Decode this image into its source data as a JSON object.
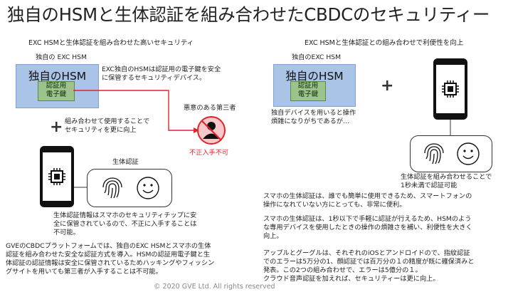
{
  "title": "独自のHSMと生体認証を組み合わせたCBDCのセキュリティー",
  "left": {
    "subtitle": "EXC HSMと生体認証を組み合わせた高いセキュリティ",
    "hsm_caption": "独自の EXC HSM",
    "hsm_title": "独自のHSM",
    "key_label": "認証用\n電子鍵",
    "hsm_desc": "EXC独自のHSMは認証用の電子鍵を安全\nに保管するセキュリティデバイス。",
    "combine_text": "組み合わせて使用することで\nセキュリティを更に向上",
    "attacker_label": "悪意のある第三者",
    "unauthorized_label": "不正入手不可",
    "bio_label": "生体認証",
    "bio_desc": "生体認証情報はスマホのセキュリティチップに安\n全に保管されているので、不正に入手することは\n不可能。",
    "bottom_text": "GVEのCBDCプラットフォームでは、独自のEXC HSMとスマホの生体\n認証を組み合わせた安全な認証方式を導入。HSMの認証用電子鍵と生\n体認証の認証情報は安全に保管されているためハッキングやフィッシン\nグサイトを用いても第三者が入手することは不可能。"
  },
  "right": {
    "subtitle": "EXC HSMと生体認証との組み合わせで利便性を向上",
    "hsm_caption": "独自のEXC HSM",
    "hsm_title": "独自のHSM",
    "key_label": "認証用\n電子鍵",
    "hsm_desc": "独自デバイスを用いると操作\n煩雑になりがちであるが…",
    "combo_text": "生体認証を組み合わせることで\n1秒未満で認証可能",
    "para1": "スマホの生体認証は、誰でも簡単に使用できるため、スマートフォンの\n操作になれていない方にとっても、非常に便利。",
    "para2": "スマホの生体認証は、1秒以下で手軽に認証が行えるため、HSMのよう\nな専用デバイスを使用したときの操作の煩雑さを補い、利便性を大きく\n向上。",
    "para3": "アップルとグーグルは、それぞれのiOSとアンドロイドので、指紋認証\nでのエラーは5万分の1、顔認証では百万分の１の精度が既に確保済みと\n発表。この2つの組み合わせで、エラーは5億分の１。\nクラウド音声認証を加えれば、セキュリティーは更に向上。"
  },
  "footer": "© 2020 GVE Ltd. All rights reserved",
  "icons": {
    "plus": "+",
    "chip": "chip-icon",
    "fingerprint": "fingerprint-icon",
    "face": "face-icon",
    "attacker": "attacker-icon"
  },
  "colors": {
    "hsm_blue": "#a9c4e6",
    "key_green": "#9bc38a",
    "alert_red": "#e0242b"
  }
}
